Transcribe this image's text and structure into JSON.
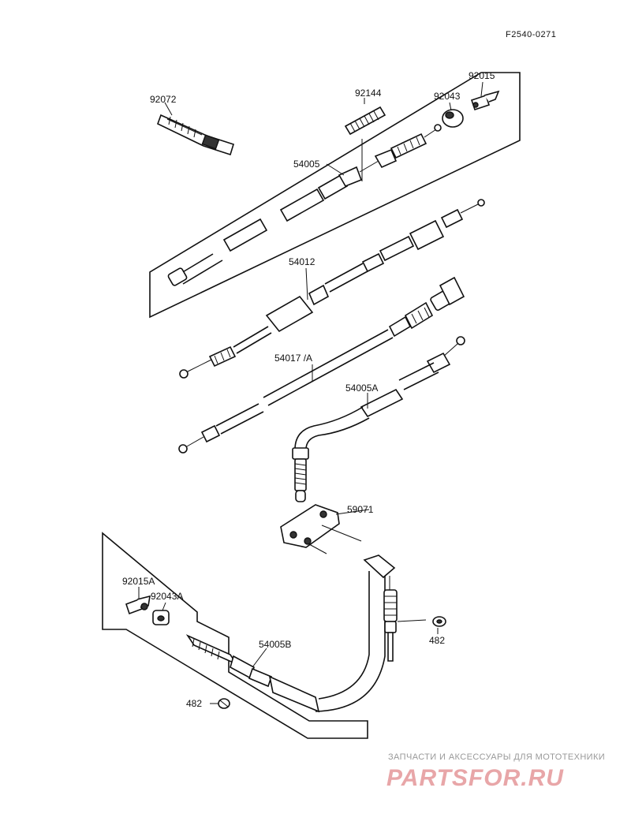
{
  "figure_code": "F2540-0271",
  "parts": {
    "p92072": "92072",
    "p92144": "92144",
    "p92043": "92043",
    "p92015": "92015",
    "p54005": "54005",
    "p54012": "54012",
    "p54017A": "54017 /A",
    "p54005A": "54005A",
    "p59071": "59071",
    "p92015A": "92015A",
    "p92043A": "92043A",
    "p54005B": "54005B",
    "p482a": "482",
    "p482b": "482"
  },
  "watermark": {
    "tagline": "ЗАПЧАСТИ И АКСЕССУАРЫ ДЛЯ МОТОТЕХНИКИ",
    "logo": "PARTSFOR.RU"
  }
}
